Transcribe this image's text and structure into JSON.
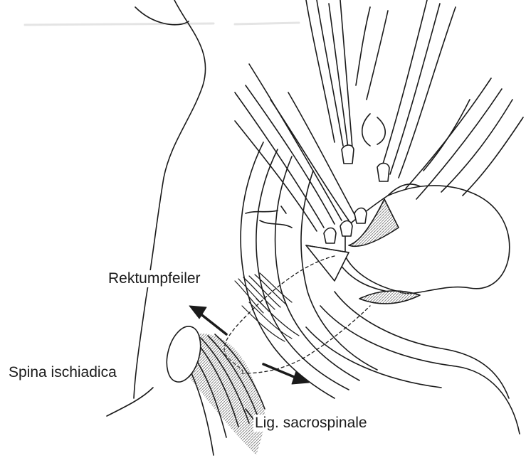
{
  "labels": {
    "rektumpfeiler": "Rektumpfeiler",
    "spina_ischiadica": "Spina ischiadica",
    "lig_sacrospinale": "Lig. sacrospinale"
  },
  "colors": {
    "line": "#1a1a1a",
    "shade": "#9a9a9a",
    "background": "#ffffff"
  }
}
